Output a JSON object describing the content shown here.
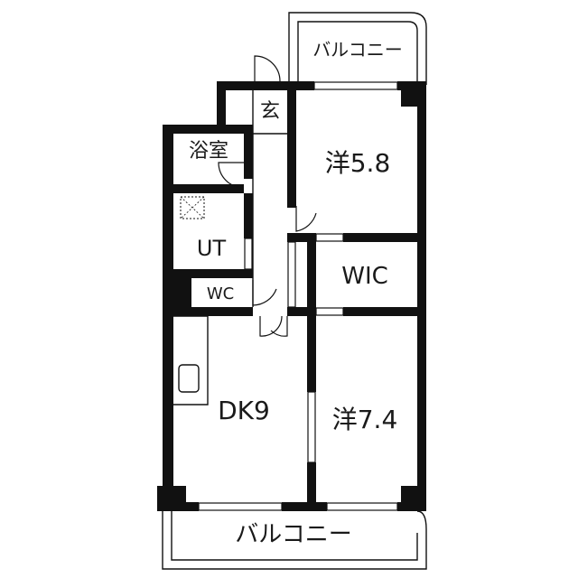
{
  "floor_plan": {
    "rooms": {
      "balcony_top": "バルコニー",
      "genkan": "玄",
      "bath": "浴室",
      "western_room_1": "洋5.8",
      "utility": "UT",
      "wic": "WIC",
      "wc": "WC",
      "dk": "DK9",
      "western_room_2": "洋7.4",
      "balcony_bottom": "バルコニー"
    },
    "colors": {
      "wall": "#111111",
      "background": "#ffffff"
    }
  }
}
